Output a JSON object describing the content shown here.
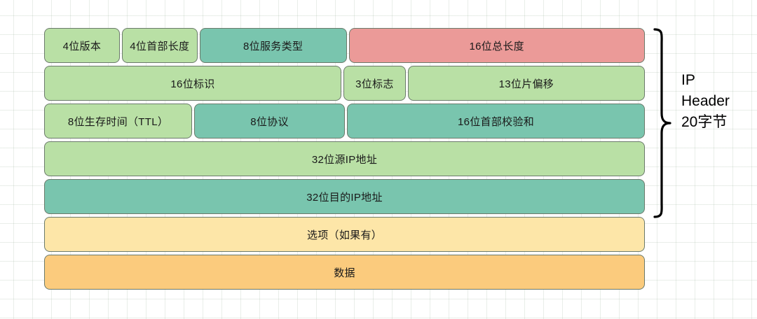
{
  "diagram": {
    "title_lines": [
      "IP",
      "Header",
      "20字节"
    ],
    "rows": [
      {
        "name": "row-1",
        "cells": [
          {
            "label": "4位版本",
            "color": "#b9e0a5",
            "flex": 108
          },
          {
            "label": "4位首部长度",
            "color": "#b9e0a5",
            "flex": 108
          },
          {
            "label": "8位服务类型",
            "color": "#79c5ae",
            "flex": 212
          },
          {
            "label": "16位总长度",
            "color": "#eb9a98",
            "flex": 429
          }
        ]
      },
      {
        "name": "row-2",
        "cells": [
          {
            "label": "16位标识",
            "color": "#b9e0a5",
            "flex": 428
          },
          {
            "label": "3位标志",
            "color": "#b9e0a5",
            "flex": 88
          },
          {
            "label": "13位片偏移",
            "color": "#b9e0a5",
            "flex": 341
          }
        ]
      },
      {
        "name": "row-3",
        "cells": [
          {
            "label": "8位生存时间（TTL）",
            "color": "#b9e0a5",
            "flex": 212
          },
          {
            "label": "8位协议",
            "color": "#79c5ae",
            "flex": 216
          },
          {
            "label": "16位首部校验和",
            "color": "#79c5ae",
            "flex": 429
          }
        ]
      },
      {
        "name": "row-4",
        "cells": [
          {
            "label": "32位源IP地址",
            "color": "#b9e0a5",
            "flex": 857
          }
        ]
      },
      {
        "name": "row-5",
        "cells": [
          {
            "label": "32位目的IP地址",
            "color": "#79c5ae",
            "flex": 857
          }
        ]
      },
      {
        "name": "row-6",
        "cells": [
          {
            "label": "选项（如果有）",
            "color": "#fde6a8",
            "flex": 857
          }
        ]
      },
      {
        "name": "row-7",
        "cells": [
          {
            "label": "数据",
            "color": "#fbcb7d",
            "flex": 857
          }
        ]
      }
    ]
  }
}
